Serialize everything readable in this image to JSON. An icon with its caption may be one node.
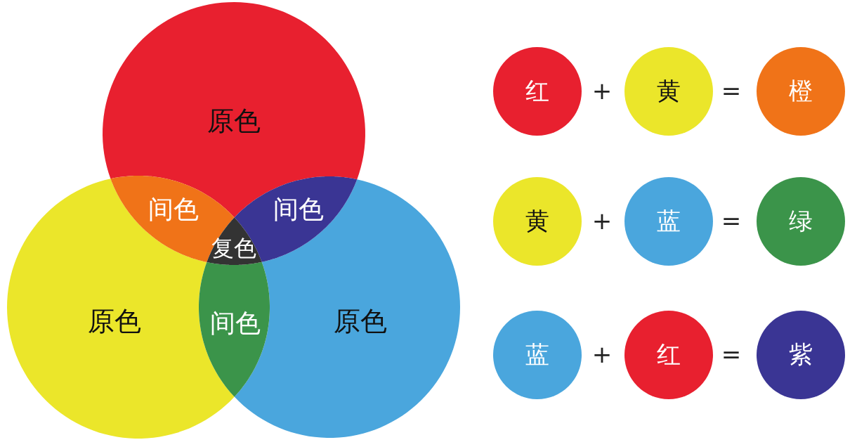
{
  "diagram": {
    "nodes": [
      {
        "text": [
          "原色"
        ]
      },
      {
        "text": [
          "原色"
        ]
      },
      {
        "text": [
          "原色"
        ]
      },
      {
        "text": [
          "红"
        ]
      },
      {
        "text": [
          "黄"
        ]
      },
      {
        "text": [
          "橙"
        ]
      },
      {
        "text": [
          "黄"
        ]
      },
      {
        "text": [
          "蓝"
        ]
      },
      {
        "text": [
          "绿"
        ]
      },
      {
        "text": [
          "蓝"
        ]
      },
      {
        "text": [
          "红"
        ]
      },
      {
        "text": [
          "紫"
        ]
      }
    ],
    "edges": [],
    "labels": [
      "间色",
      "间色",
      "复色",
      "间色",
      "+",
      "=",
      "+",
      "=",
      "+",
      "="
    ]
  }
}
